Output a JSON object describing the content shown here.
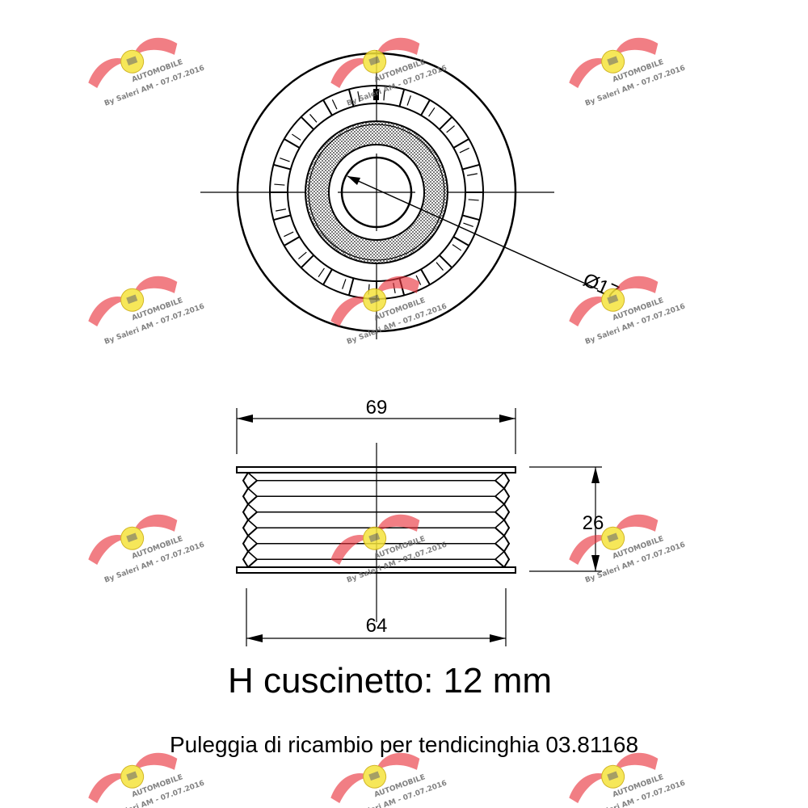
{
  "drawing": {
    "dimensions": {
      "bore_diameter": "Ø17",
      "outer_width": "69",
      "height": "26",
      "inner_width": "64"
    },
    "groove_count": 6
  },
  "watermark": {
    "text": "By Saleri AM - 07.07.2016",
    "logo_text": "AUTOMOBILE",
    "colors": {
      "wing": "#e8333c",
      "badge": "#f5e33b",
      "text": "#6b6b6b"
    }
  },
  "captions": {
    "height_note": "H cuscinetto: 12 mm",
    "description": "Puleggia di ricambio per tendicinghia 03.81168"
  }
}
